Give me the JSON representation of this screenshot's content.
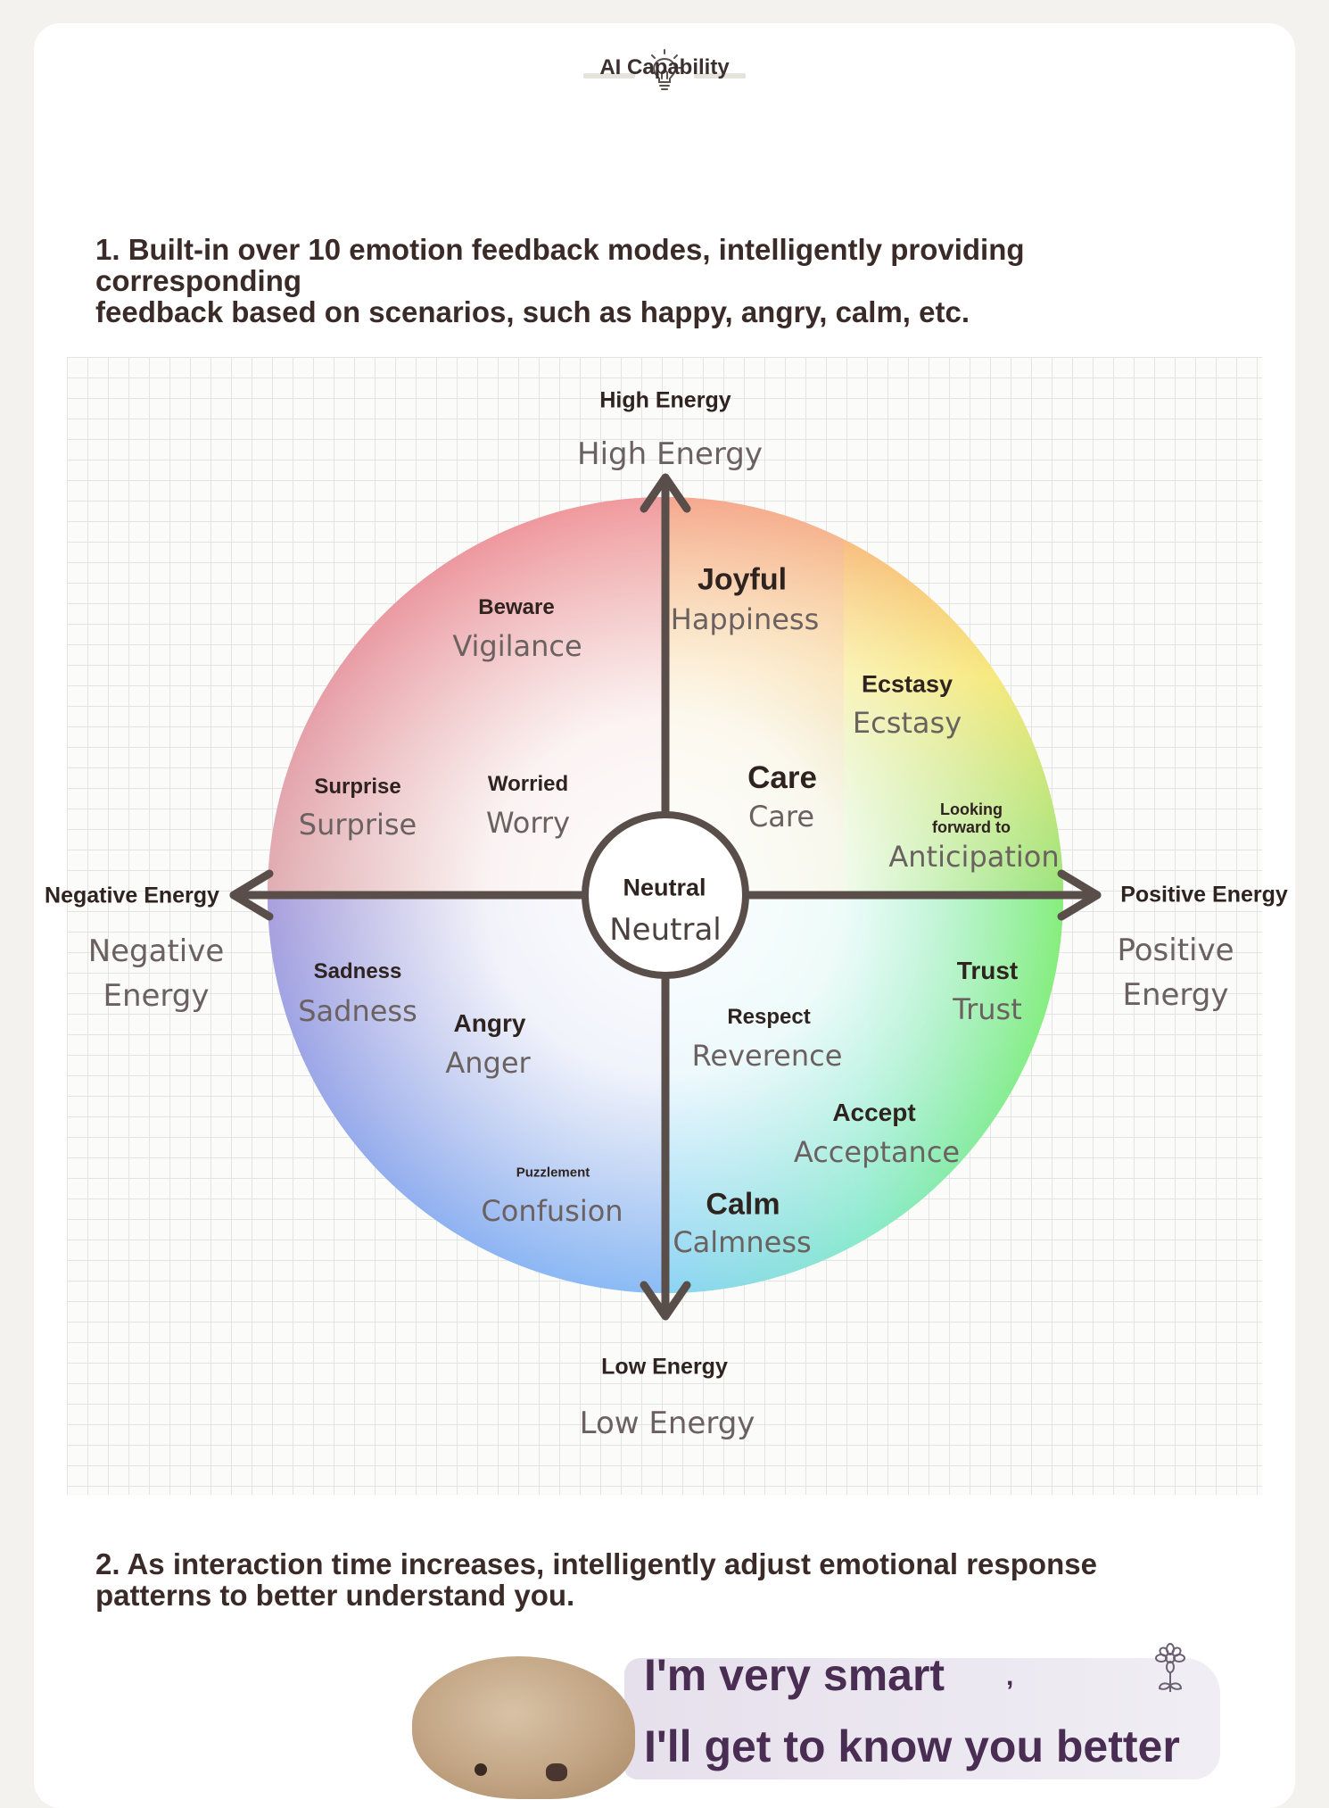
{
  "header": {
    "title": "AI Capability",
    "icon": "lightbulb-icon"
  },
  "features": {
    "one": {
      "line1": "1. Built-in over 10 emotion feedback modes, intelligently providing corresponding",
      "line2": "feedback based on scenarios, such as happy, angry, calm, etc."
    },
    "two": {
      "line1": "2. As interaction time increases, intelligently adjust emotional response",
      "line2": "patterns to better understand you."
    }
  },
  "diagram": {
    "axes": {
      "top": {
        "primary": "High Energy",
        "secondary": "High Energy"
      },
      "bottom": {
        "primary": "Low Energy",
        "secondary": "Low Energy"
      },
      "left": {
        "primary": "Negative Energy",
        "secondary_line1": "Negative",
        "secondary_line2": "Energy"
      },
      "right": {
        "primary": "Positive Energy",
        "secondary_line1": "Positive",
        "secondary_line2": "Energy"
      }
    },
    "center": {
      "primary": "Neutral",
      "secondary": "Neutral"
    },
    "emotions": [
      {
        "id": "beware",
        "primary": "Beware",
        "secondary": "Vigilance"
      },
      {
        "id": "joyful",
        "primary": "Joyful",
        "secondary": "Happiness"
      },
      {
        "id": "ecstasy",
        "primary": "Ecstasy",
        "secondary": "Ecstasy"
      },
      {
        "id": "surprise",
        "primary": "Surprise",
        "secondary": "Surprise"
      },
      {
        "id": "worried",
        "primary": "Worried",
        "secondary": "Worry"
      },
      {
        "id": "care",
        "primary": "Care",
        "secondary": "Care"
      },
      {
        "id": "anticipation",
        "primary_line1": "Looking",
        "primary_line2": "forward to",
        "secondary": "Anticipation"
      },
      {
        "id": "sadness",
        "primary": "Sadness",
        "secondary": "Sadness"
      },
      {
        "id": "angry",
        "primary": "Angry",
        "secondary": "Anger"
      },
      {
        "id": "respect",
        "primary": "Respect",
        "secondary": "Reverence"
      },
      {
        "id": "trust",
        "primary": "Trust",
        "secondary": "Trust"
      },
      {
        "id": "accept",
        "primary": "Accept",
        "secondary": "Acceptance"
      },
      {
        "id": "puzzlement",
        "primary": "Puzzlement",
        "secondary": "Confusion"
      },
      {
        "id": "calm",
        "primary": "Calm",
        "secondary": "Calmness"
      }
    ],
    "colors": {
      "top_left": "#ee8a9a",
      "top_right": "#f9b07a",
      "right": "#f7f37a",
      "bottom_right": "#86ee7c",
      "bottom": "#8de8f4",
      "bottom_left": "#8aaef6",
      "left": "#b49ad4",
      "axis": "#5a4e4a"
    }
  },
  "banner": {
    "line1": "I'm very smart",
    "line2": "I'll get to know you better",
    "flower_icon": "flower-icon"
  }
}
